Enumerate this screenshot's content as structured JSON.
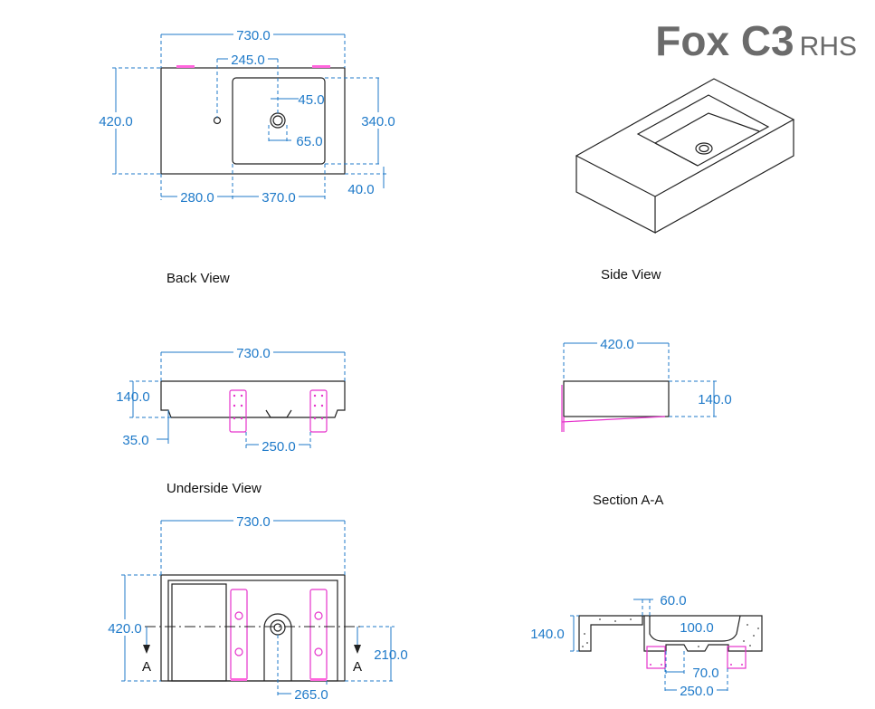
{
  "title": {
    "main": "Fox C3",
    "variant": "RHS"
  },
  "views": {
    "back": "Back View",
    "side": "Side View",
    "underside": "Underside View",
    "section": "Section A-A"
  },
  "top_view": {
    "width": "730.0",
    "offset": "245.0",
    "hole": "45.0",
    "height": "420.0",
    "bowl_height": "340.0",
    "hole2": "65.0",
    "left": "280.0",
    "bowl_width": "370.0",
    "edge": "40.0"
  },
  "back_view": {
    "width": "730.0",
    "height": "140.0",
    "recess": "35.0",
    "bracket_spacing": "250.0"
  },
  "side_view": {
    "depth": "420.0",
    "height": "140.0"
  },
  "underside_view": {
    "width": "730.0",
    "depth": "420.0",
    "half": "210.0",
    "waste": "265.0",
    "section_marker": "A"
  },
  "section_view": {
    "height": "140.0",
    "lip": "60.0",
    "bowl_depth": "100.0",
    "waste": "70.0",
    "bracket_spacing": "250.0"
  },
  "colors": {
    "dimension": "#1f7ac9",
    "bracket": "#e633cc",
    "title": "#6b6b6b"
  }
}
